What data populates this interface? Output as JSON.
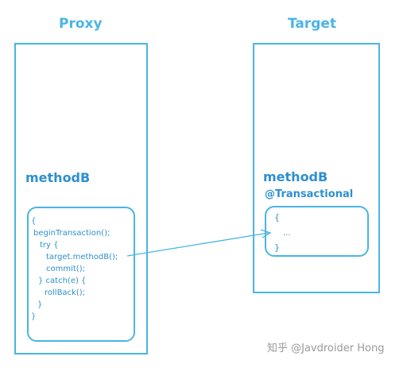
{
  "proxy": {
    "title": "Proxy",
    "method": "methodB",
    "code": [
      "{",
      "beginTransaction();",
      "try {",
      "target.methodB();",
      "commit();",
      "} catch(e) {",
      "rollBack();",
      "}",
      "}"
    ]
  },
  "target": {
    "title": "Target",
    "method": "methodB",
    "annotation": "@Transactional",
    "code": [
      "{",
      "...",
      "}"
    ]
  },
  "watermark": "知乎 @Javdroider Hong",
  "colors": {
    "stroke": "#4ab4e6",
    "text": "#2e8fcf",
    "watermark": "#9a9a9a"
  }
}
